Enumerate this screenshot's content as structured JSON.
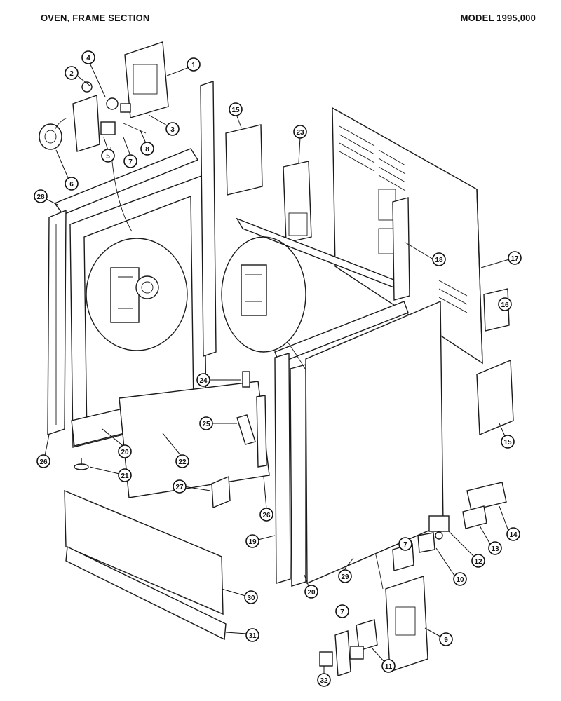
{
  "header": {
    "title": "OVEN, FRAME SECTION",
    "model": "MODEL 1995,000"
  },
  "callouts": [
    "1",
    "2",
    "3",
    "4",
    "5",
    "6",
    "7",
    "8",
    "9",
    "10",
    "11",
    "12",
    "13",
    "14",
    "15",
    "16",
    "17",
    "18",
    "19",
    "20",
    "21",
    "22",
    "23",
    "24",
    "25",
    "26",
    "27",
    "28",
    "29",
    "30",
    "31",
    "32"
  ]
}
